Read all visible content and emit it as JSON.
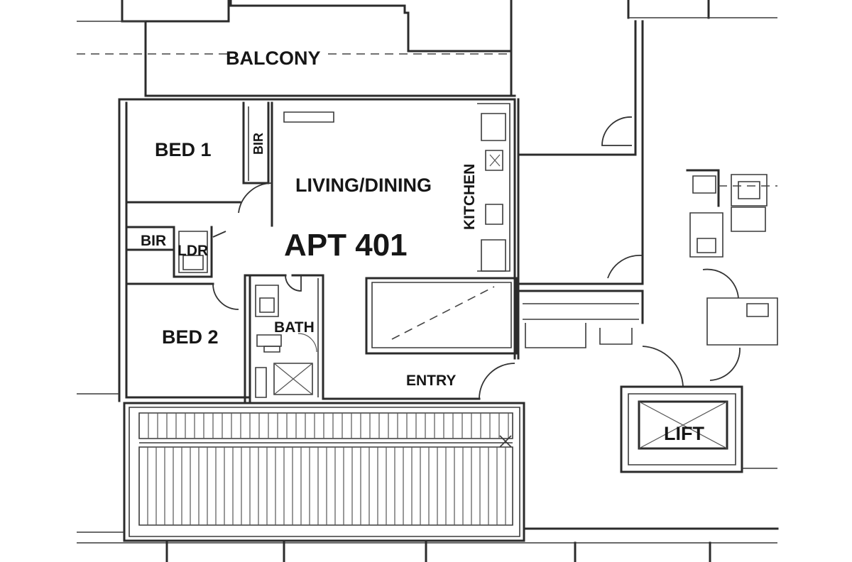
{
  "rooms": {
    "balcony": "BALCONY",
    "bed1": "BED 1",
    "bir1": "BIR",
    "living": "LIVING/DINING",
    "kitchen": "KITCHEN",
    "bir2": "BIR",
    "ldr": "LDR",
    "apartment": "APT 401",
    "bed2": "BED 2",
    "bath": "BATH",
    "entry": "ENTRY",
    "lift": "LIFT"
  }
}
